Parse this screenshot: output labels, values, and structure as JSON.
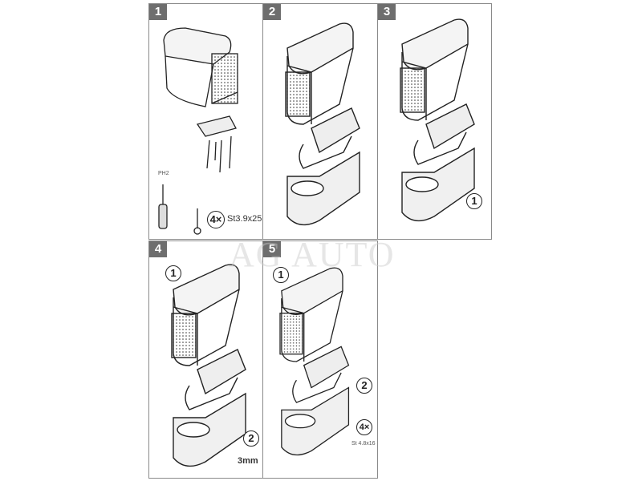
{
  "steps": [
    {
      "number": "1"
    },
    {
      "number": "2"
    },
    {
      "number": "3",
      "callout": "1"
    },
    {
      "number": "4",
      "callout_top": "1",
      "callout_bottom": "2",
      "tool_size": "3mm"
    },
    {
      "number": "5",
      "callout_top": "1",
      "callout_right": "2",
      "qty": "4×",
      "screw_spec": "St 4.8x16"
    }
  ],
  "step1_parts": {
    "bit": "PH2",
    "qty": "4×",
    "screw_spec": "St3.9x25"
  },
  "watermark": "AG AUTO"
}
